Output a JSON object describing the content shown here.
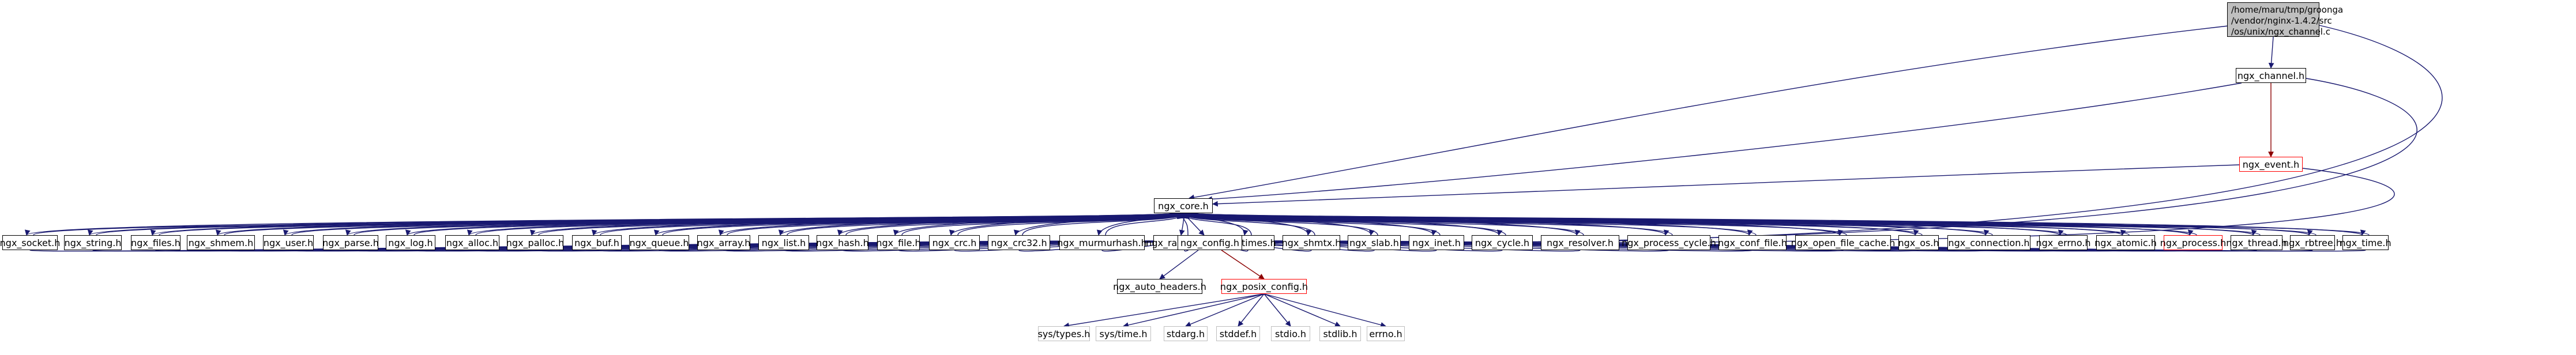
{
  "colors": {
    "edge": "#191970",
    "edge_red": "#8b0000",
    "node_border": "#000000",
    "node_border_red": "#ff0000",
    "node_border_gray": "#bfbfbf",
    "root_fill": "#bfbfbf"
  },
  "root": {
    "label": "/home/maru/tmp/groonga\n/vendor/nginx-1.4.2/src\n/os/unix/ngx_channel.c"
  },
  "mid": {
    "channel": "ngx_channel.h",
    "event": "ngx_event.h",
    "core": "ngx_core.h",
    "config": "ngx_config.h",
    "auto_headers": "ngx_auto_headers.h",
    "posix_config": "ngx_posix_config.h"
  },
  "core_row": [
    "ngx_socket.h",
    "ngx_string.h",
    "ngx_files.h",
    "ngx_shmem.h",
    "ngx_user.h",
    "ngx_parse.h",
    "ngx_log.h",
    "ngx_alloc.h",
    "ngx_palloc.h",
    "ngx_buf.h",
    "ngx_queue.h",
    "ngx_array.h",
    "ngx_list.h",
    "ngx_hash.h",
    "ngx_file.h",
    "ngx_crc.h",
    "ngx_crc32.h",
    "ngx_murmurhash.h",
    "ngx_radix_tree.h",
    "ngx_times.h",
    "ngx_shmtx.h",
    "ngx_slab.h",
    "ngx_inet.h",
    "ngx_cycle.h",
    "ngx_resolver.h",
    "ngx_process_cycle.h",
    "ngx_conf_file.h",
    "ngx_open_file_cache.h",
    "ngx_os.h",
    "ngx_connection.h",
    "ngx_errno.h",
    "ngx_atomic.h",
    "ngx_process.h",
    "ngx_thread.h",
    "ngx_rbtree.h",
    "ngx_time.h"
  ],
  "sys_row": [
    "sys/types.h",
    "sys/time.h",
    "stdarg.h",
    "stddef.h",
    "stdio.h",
    "stdlib.h",
    "errno.h"
  ]
}
